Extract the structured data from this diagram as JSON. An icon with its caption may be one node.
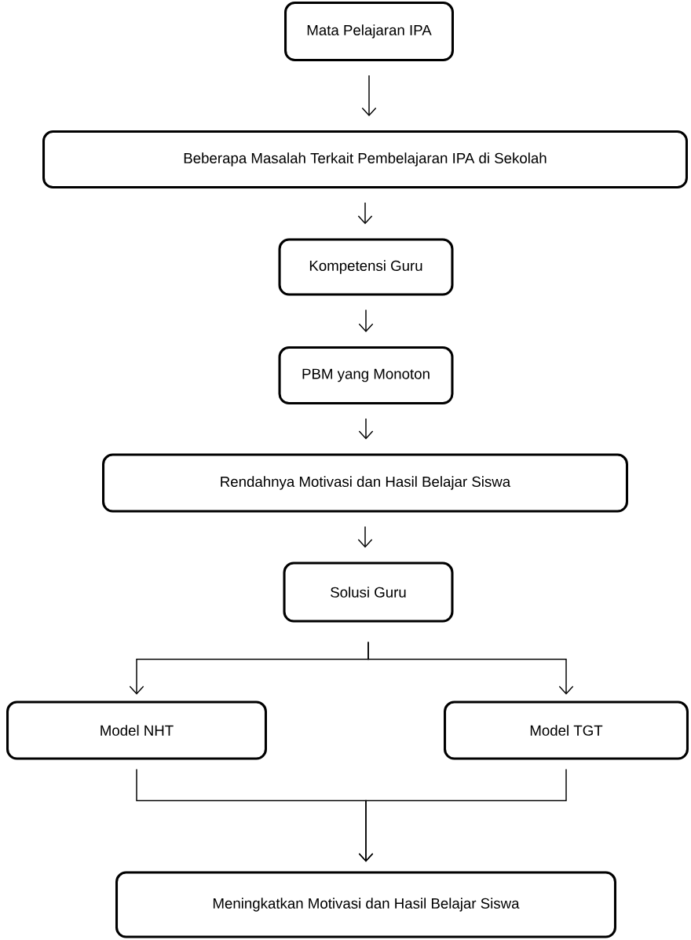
{
  "diagram": {
    "nodes": [
      {
        "text": [
          "Mata Pelajaran IPA"
        ]
      },
      {
        "text": [
          "Beberapa Masalah Terkait Pembelajaran IPA di Sekolah"
        ]
      },
      {
        "text": [
          "Kompetensi Guru"
        ]
      },
      {
        "text": [
          "PBM yang Monoton"
        ]
      },
      {
        "text": [
          "Rendahnya Motivasi dan Hasil Belajar Siswa"
        ]
      },
      {
        "text": [
          "Solusi Guru"
        ]
      },
      {
        "text": [
          "Model NHT"
        ]
      },
      {
        "text": [
          "Model TGT"
        ]
      },
      {
        "text": [
          "Meningkatkan Motivasi dan Hasil Belajar Siswa"
        ]
      }
    ],
    "edges": [
      {
        "from": 0,
        "to": 1,
        "arrow": "to"
      },
      {
        "from": 1,
        "to": 2,
        "arrow": "to"
      },
      {
        "from": 2,
        "to": 3,
        "arrow": "to"
      },
      {
        "from": 3,
        "to": 4,
        "arrow": "to"
      },
      {
        "from": 4,
        "to": 5,
        "arrow": "to"
      },
      {
        "from": 5,
        "to": 6,
        "arrow": "to"
      },
      {
        "from": 5,
        "to": 7,
        "arrow": "to"
      },
      {
        "from": 6,
        "to": 8,
        "arrow": "to"
      },
      {
        "from": 7,
        "to": 8,
        "arrow": "to"
      }
    ]
  }
}
